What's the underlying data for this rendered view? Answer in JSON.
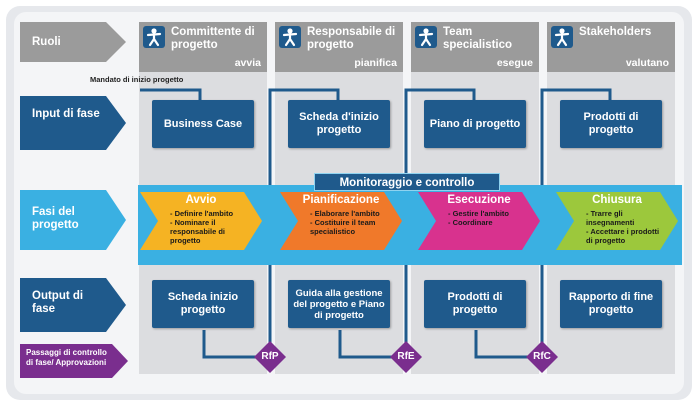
{
  "roles_label": "Ruoli",
  "input_label": "Input di fase",
  "phases_label": "Fasi del progetto",
  "output_label": "Output di fase",
  "gates_label": "Passaggi di controllo di fase/ Approvazioni",
  "mandate": "Mandato di inizio progetto",
  "monitoring": "Monitoraggio e controllo",
  "roles": [
    {
      "title": "Committente di progetto",
      "verb": "avvia",
      "icon": "person-icon"
    },
    {
      "title": "Responsabile di progetto",
      "verb": "pianifica",
      "icon": "person-icon"
    },
    {
      "title": "Team specialistico",
      "verb": "esegue",
      "icon": "person-icon"
    },
    {
      "title": "Stakeholders",
      "verb": "valutano",
      "icon": "person-icon"
    }
  ],
  "inputs": [
    "Business Case",
    "Scheda d'inizio progetto",
    "Piano di progetto",
    "Prodotti di progetto"
  ],
  "outputs": [
    "Scheda inizio progetto",
    "Guida alla gestione del progetto e Piano di progetto",
    "Prodotti di progetto",
    "Rapporto di fine progetto"
  ],
  "phases": [
    {
      "title": "Avvio",
      "color": "#f5b323",
      "items": [
        "Definire l'ambito",
        "Nominare il responsabile di progetto"
      ]
    },
    {
      "title": "Pianificazione",
      "color": "#f0792a",
      "items": [
        "Elaborare l'ambito",
        "Costituire il team specialistico"
      ]
    },
    {
      "title": "Esecuzione",
      "color": "#d8328e",
      "items": [
        "Gestire l'ambito",
        "Coordinare"
      ]
    },
    {
      "title": "Chiusura",
      "color": "#9cc83c",
      "items": [
        "Trarre gli insegnamenti",
        "Accettare i prodotti di progetto"
      ]
    }
  ],
  "gates": [
    "RfP",
    "RfE",
    "RfC"
  ],
  "colors": {
    "navy": "#1f5a8c",
    "band": "#3ab0e2",
    "gate": "#7a2e8e",
    "role_head": "#9b9b9b"
  }
}
